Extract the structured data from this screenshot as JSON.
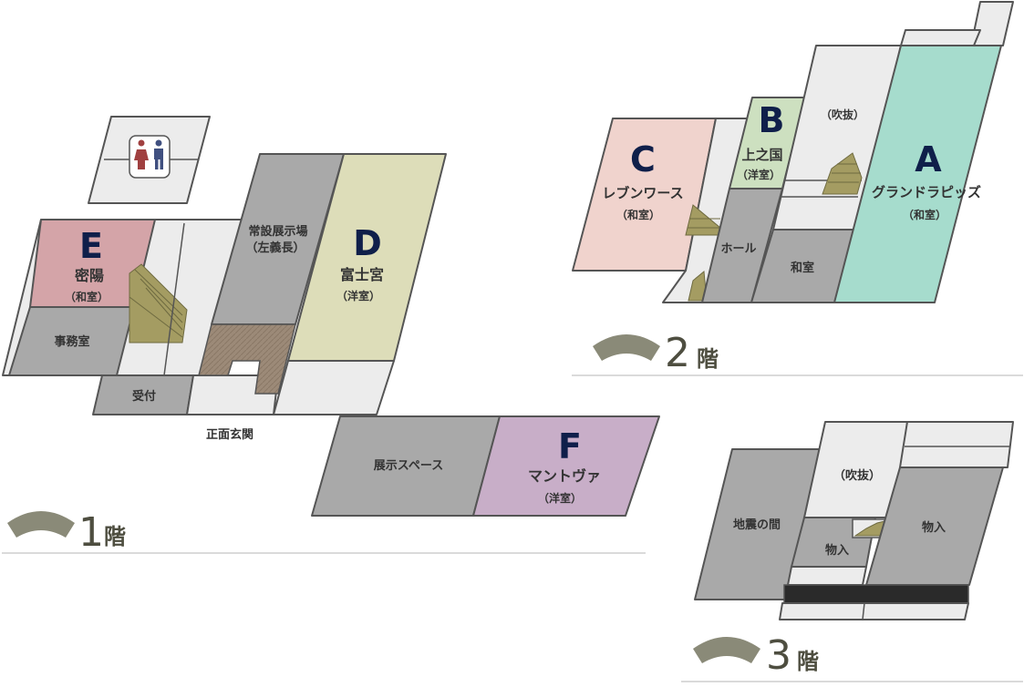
{
  "colors": {
    "outline": "#555555",
    "light_room": "#ececec",
    "gray_room": "#a9a9a9",
    "pink_room": "#d4a4a8",
    "beige_room": "#ddddb9",
    "peach_room": "#f0d3cd",
    "green_room": "#cde0c0",
    "teal_room": "#a6dccd",
    "purple_room": "#c8aec8",
    "stairs": "#a49c62",
    "wood_floor": "#9c8a78",
    "fan": "#8a8a78",
    "floor_label": "#4e4e40",
    "letter": "#0f1f4a"
  },
  "floor1": {
    "label_num": "1",
    "label_kai": "階",
    "restroom_icon": "restroom-icon",
    "rooms": {
      "E": {
        "letter": "E",
        "name": "密陽",
        "type": "（和室）"
      },
      "office": {
        "name": "事務室"
      },
      "reception": {
        "name": "受付"
      },
      "permanent": {
        "name_line1": "常設展示場",
        "name_line2": "（左義長）"
      },
      "D": {
        "letter": "D",
        "name": "富士宮",
        "type": "（洋室）"
      },
      "entrance": {
        "name": "正面玄関"
      },
      "exhibit": {
        "name": "展示スペース"
      },
      "F": {
        "letter": "F",
        "name": "マントヴァ",
        "type": "（洋室）"
      }
    }
  },
  "floor2": {
    "label_num": "2",
    "label_kai": "階",
    "rooms": {
      "C": {
        "letter": "C",
        "name": "レブンワース",
        "type": "（和室）"
      },
      "B": {
        "letter": "B",
        "name": "上之国",
        "type": "（洋室）"
      },
      "void": {
        "name": "（吹抜）"
      },
      "A": {
        "letter": "A",
        "name": "グランドラピッズ",
        "type": "（和室）"
      },
      "hall": {
        "name": "ホール"
      },
      "washitsu": {
        "name": "和室"
      }
    }
  },
  "floor3": {
    "label_num": "3",
    "label_kai": "階",
    "rooms": {
      "earthquake": {
        "name": "地震の間"
      },
      "void": {
        "name": "（吹抜）"
      },
      "storage1": {
        "name": "物入"
      },
      "storage2": {
        "name": "物入"
      }
    }
  }
}
